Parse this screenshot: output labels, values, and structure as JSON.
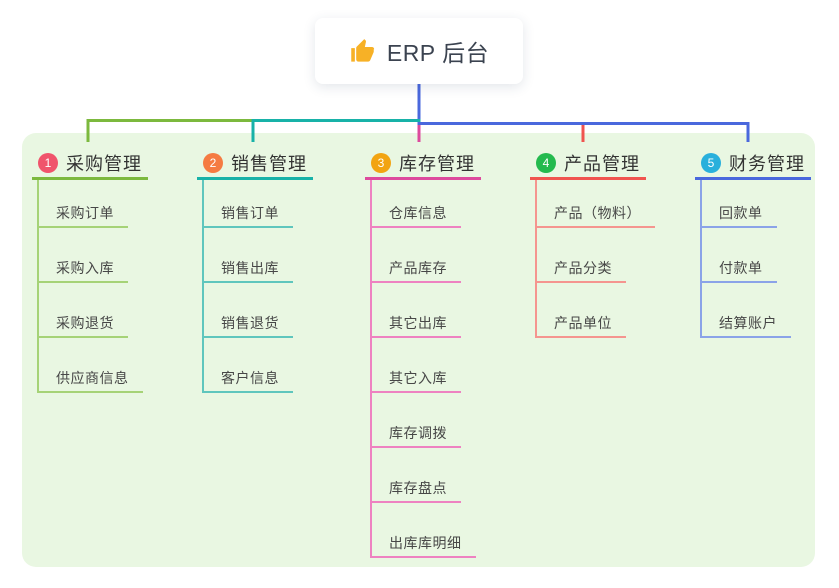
{
  "root": {
    "label": "ERP 后台",
    "icon": "thumbs-up-icon"
  },
  "colors": {
    "page_background": "#ffffff",
    "panel_background": "#e9f7e2",
    "root_card_background": "#ffffff",
    "root_stem": "#4a68dd",
    "root_text": "#3b4350",
    "branch_title_text": "#333333",
    "child_text": "#474747",
    "thumb_icon": "#f7b126"
  },
  "branches": [
    {
      "number": "1",
      "label": "采购管理",
      "badge_color": "#f0546c",
      "line_color": "#7cb93e",
      "child_line_color": "#a6d377",
      "children": [
        "采购订单",
        "采购入库",
        "采购退货",
        "供应商信息"
      ]
    },
    {
      "number": "2",
      "label": "销售管理",
      "badge_color": "#f57b42",
      "line_color": "#18b2a8",
      "child_line_color": "#5fc6bd",
      "children": [
        "销售订单",
        "销售出库",
        "销售退货",
        "客户信息"
      ]
    },
    {
      "number": "3",
      "label": "库存管理",
      "badge_color": "#f2a412",
      "line_color": "#dd4a9d",
      "child_line_color": "#ee82c1",
      "children": [
        "仓库信息",
        "产品库存",
        "其它出库",
        "其它入库",
        "库存调拨",
        "库存盘点",
        "出库库明细"
      ]
    },
    {
      "number": "4",
      "label": "产品管理",
      "badge_color": "#24ba4e",
      "line_color": "#f0544f",
      "child_line_color": "#f5958f",
      "children": [
        "产品（物料）",
        "产品分类",
        "产品单位"
      ]
    },
    {
      "number": "5",
      "label": "财务管理",
      "badge_color": "#29b0dc",
      "line_color": "#4a68dd",
      "child_line_color": "#8ba3e8",
      "children": [
        "回款单",
        "付款单",
        "结算账户"
      ]
    }
  ]
}
